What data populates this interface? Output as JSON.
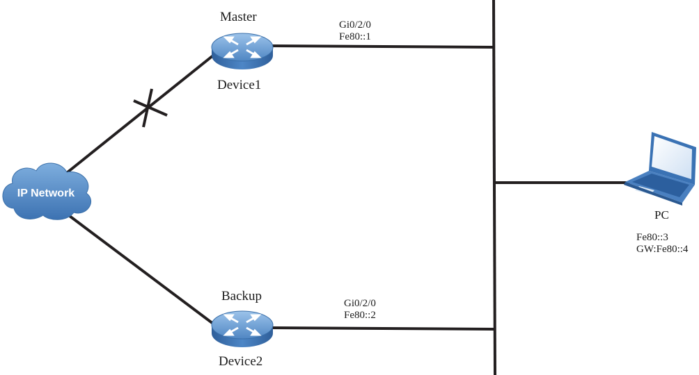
{
  "devices": {
    "master": {
      "role": "Master",
      "name": "Device1",
      "interface": "Gi0/2/0",
      "address": "Fe80::1",
      "icon": "router-icon"
    },
    "backup": {
      "role": "Backup",
      "name": "Device2",
      "interface": "Gi0/2/0",
      "address": "Fe80::2",
      "icon": "router-icon"
    }
  },
  "network": {
    "label": "IP Network",
    "icon": "cloud-icon"
  },
  "pc": {
    "name": "PC",
    "address": "Fe80::3",
    "gateway": "GW:Fe80::4",
    "icon": "laptop-icon"
  },
  "links": [
    {
      "from": "IP Network",
      "to": "Device1",
      "status": "failed"
    },
    {
      "from": "IP Network",
      "to": "Device2",
      "status": "up"
    },
    {
      "from": "Device1",
      "to": "LAN",
      "status": "up"
    },
    {
      "from": "Device2",
      "to": "LAN",
      "status": "up"
    },
    {
      "from": "PC",
      "to": "LAN",
      "status": "up"
    }
  ],
  "colors": {
    "line": "#231f20",
    "router": "#3f78b8",
    "cloud": "#4d86c6",
    "laptop": "#3a72b4"
  }
}
